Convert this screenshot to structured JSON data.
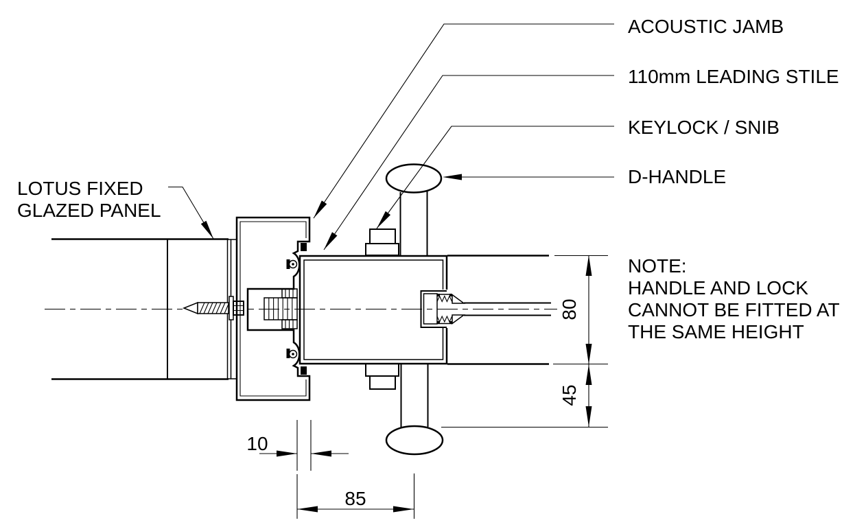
{
  "drawing": {
    "background": "#ffffff",
    "line_color": "#000000",
    "callouts": {
      "acoustic_jamb": "ACOUSTIC JAMB",
      "leading_stile": "110mm LEADING STILE",
      "keylock_snib": "KEYLOCK / SNIB",
      "d_handle": "D-HANDLE",
      "fixed_panel_line1": "LOTUS FIXED",
      "fixed_panel_line2": "GLAZED PANEL"
    },
    "note": {
      "heading": "NOTE:",
      "line1": "HANDLE AND LOCK",
      "line2": "CANNOT BE FITTED AT",
      "line3": "THE SAME HEIGHT"
    },
    "dimensions": {
      "jamb_stile_gap": "10",
      "handle_centre": "85",
      "stile_depth": "80",
      "handle_clearance": "45"
    }
  }
}
